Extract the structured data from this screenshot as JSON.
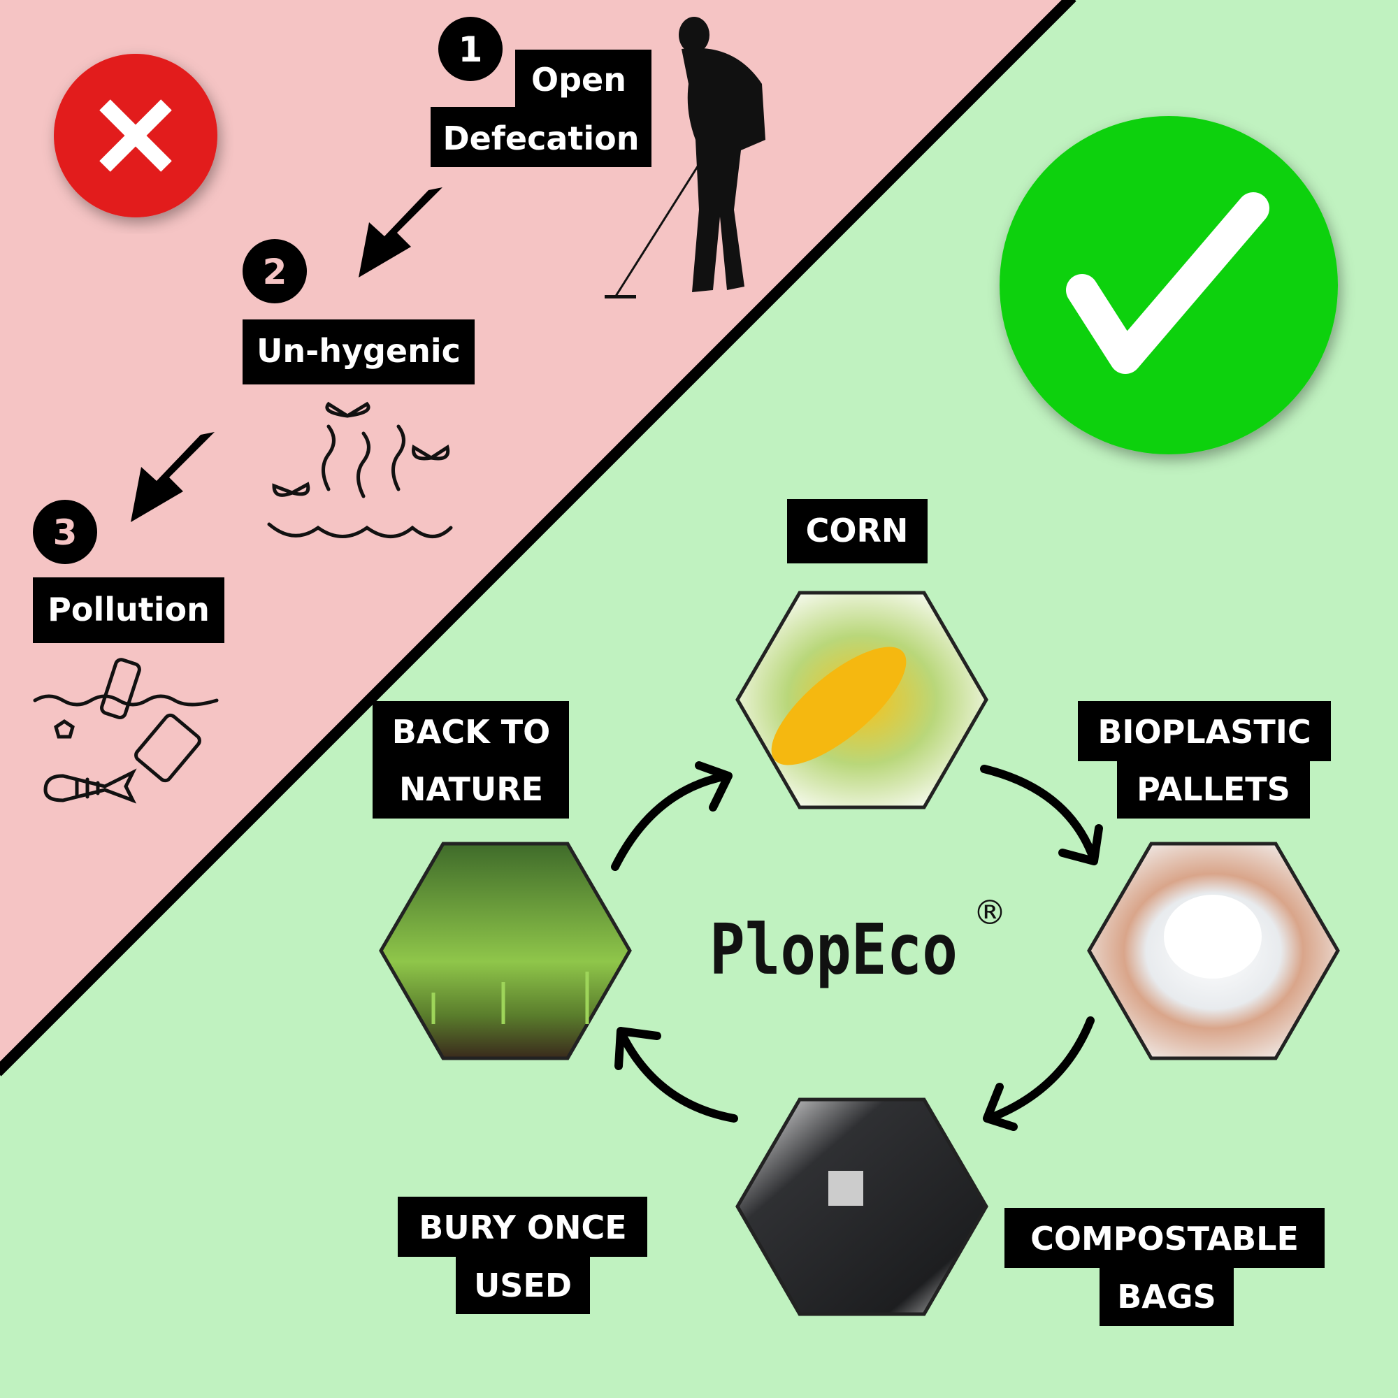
{
  "colors": {
    "bad_bg": "#f5c4c4",
    "good_bg": "#c0f2c0",
    "red": "#e21b1b",
    "green": "#0fd10f"
  },
  "problem": {
    "steps": [
      {
        "number": "1",
        "label_line1": "Open",
        "label_line2": "Defecation"
      },
      {
        "number": "2",
        "label": "Un-hygenic"
      },
      {
        "number": "3",
        "label": "Pollution"
      }
    ]
  },
  "solution": {
    "logo": "PlopEco",
    "registered": "®",
    "cycle": [
      {
        "label": "CORN"
      },
      {
        "label_line1": "BIOPLASTIC",
        "label_line2": "PALLETS"
      },
      {
        "label_line1": "COMPOSTABLE",
        "label_line2": "BAGS"
      },
      {
        "label_line1": "BURY ONCE",
        "label_line2": "USED"
      },
      {
        "label_line1": "BACK TO",
        "label_line2": "NATURE"
      }
    ]
  }
}
